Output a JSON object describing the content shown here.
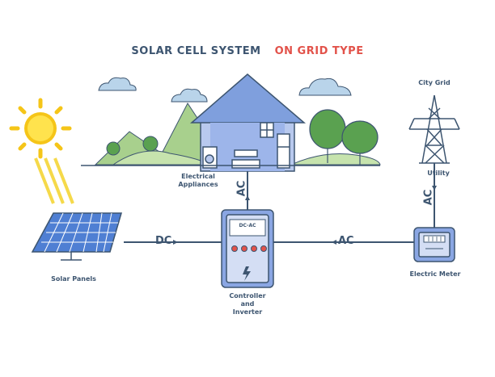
{
  "title": {
    "part1": "SOLAR CELL SYSTEM",
    "part2": "ON GRID TYPE"
  },
  "labels": {
    "solar_panels": "Solar Panels",
    "appliances_line1": "Electrical",
    "appliances_line2": "Appliances",
    "controller_line1": "Controller",
    "controller_line2": "and",
    "controller_line3": "Inverter",
    "city_grid": "City Grid",
    "utility": "Utility",
    "electric_meter": "Electric Meter"
  },
  "flows": {
    "dc": "DC",
    "ac_left": "AC",
    "ac_house": "AC",
    "ac_grid": "AC"
  },
  "controller_display": "DC-AC",
  "colors": {
    "title_dark": "#3d5570",
    "title_red": "#e2524a",
    "house": "#7f9fdd",
    "line": "#3d5570",
    "panel": "#4f7fd3",
    "sun": "#f5c518",
    "tree": "#5aa150",
    "hill": "#a8d08d",
    "cloud": "#b9d4ea"
  }
}
